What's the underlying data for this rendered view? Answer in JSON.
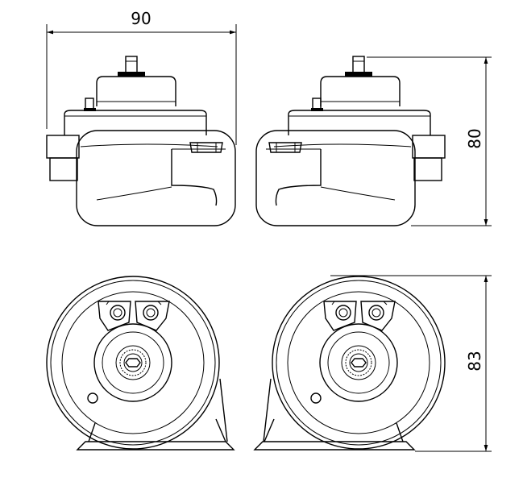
{
  "dimensions": {
    "width": "90",
    "height": "80",
    "diameter": "83"
  },
  "colors": {
    "line": "#000000",
    "background": "#ffffff"
  },
  "views": [
    {
      "name": "side-view-left"
    },
    {
      "name": "side-view-right"
    },
    {
      "name": "front-view-left"
    },
    {
      "name": "front-view-right"
    }
  ]
}
